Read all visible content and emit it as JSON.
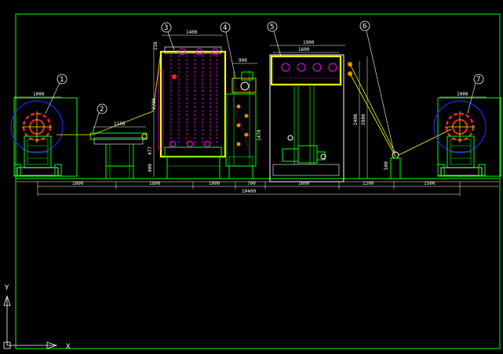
{
  "drawing": {
    "background": "#000000",
    "line_colors": {
      "green": "#00ff00",
      "yellow": "#ffff00",
      "white": "#ffffff",
      "cyan": "#00ffff",
      "red": "#ff2020",
      "blue": "#2020ff",
      "magenta": "#ff00ff",
      "orange": "#ff8000"
    },
    "balloons": [
      "1",
      "2",
      "3",
      "4",
      "5",
      "6",
      "7"
    ],
    "top_dims": {
      "unwinder_left": "1000",
      "table": "1100",
      "oven": "1400",
      "press_outer": "1900",
      "press_inner": "1600",
      "rewinder_right": "1000",
      "small_900": "900"
    },
    "vertical_dims": {
      "oven_h1": "2280",
      "oven_h2": "477",
      "oven_h3": "400",
      "mid_h": "1470",
      "press_h1": "2400",
      "press_h2": "2880",
      "roller_h": "500",
      "oven_top": "238"
    },
    "bottom_dims": [
      "1800",
      "1800",
      "1000",
      "700",
      "1600",
      "1200",
      "1500"
    ],
    "total_length": "10400",
    "axis": {
      "x_label": "X",
      "y_label": "Y"
    }
  }
}
